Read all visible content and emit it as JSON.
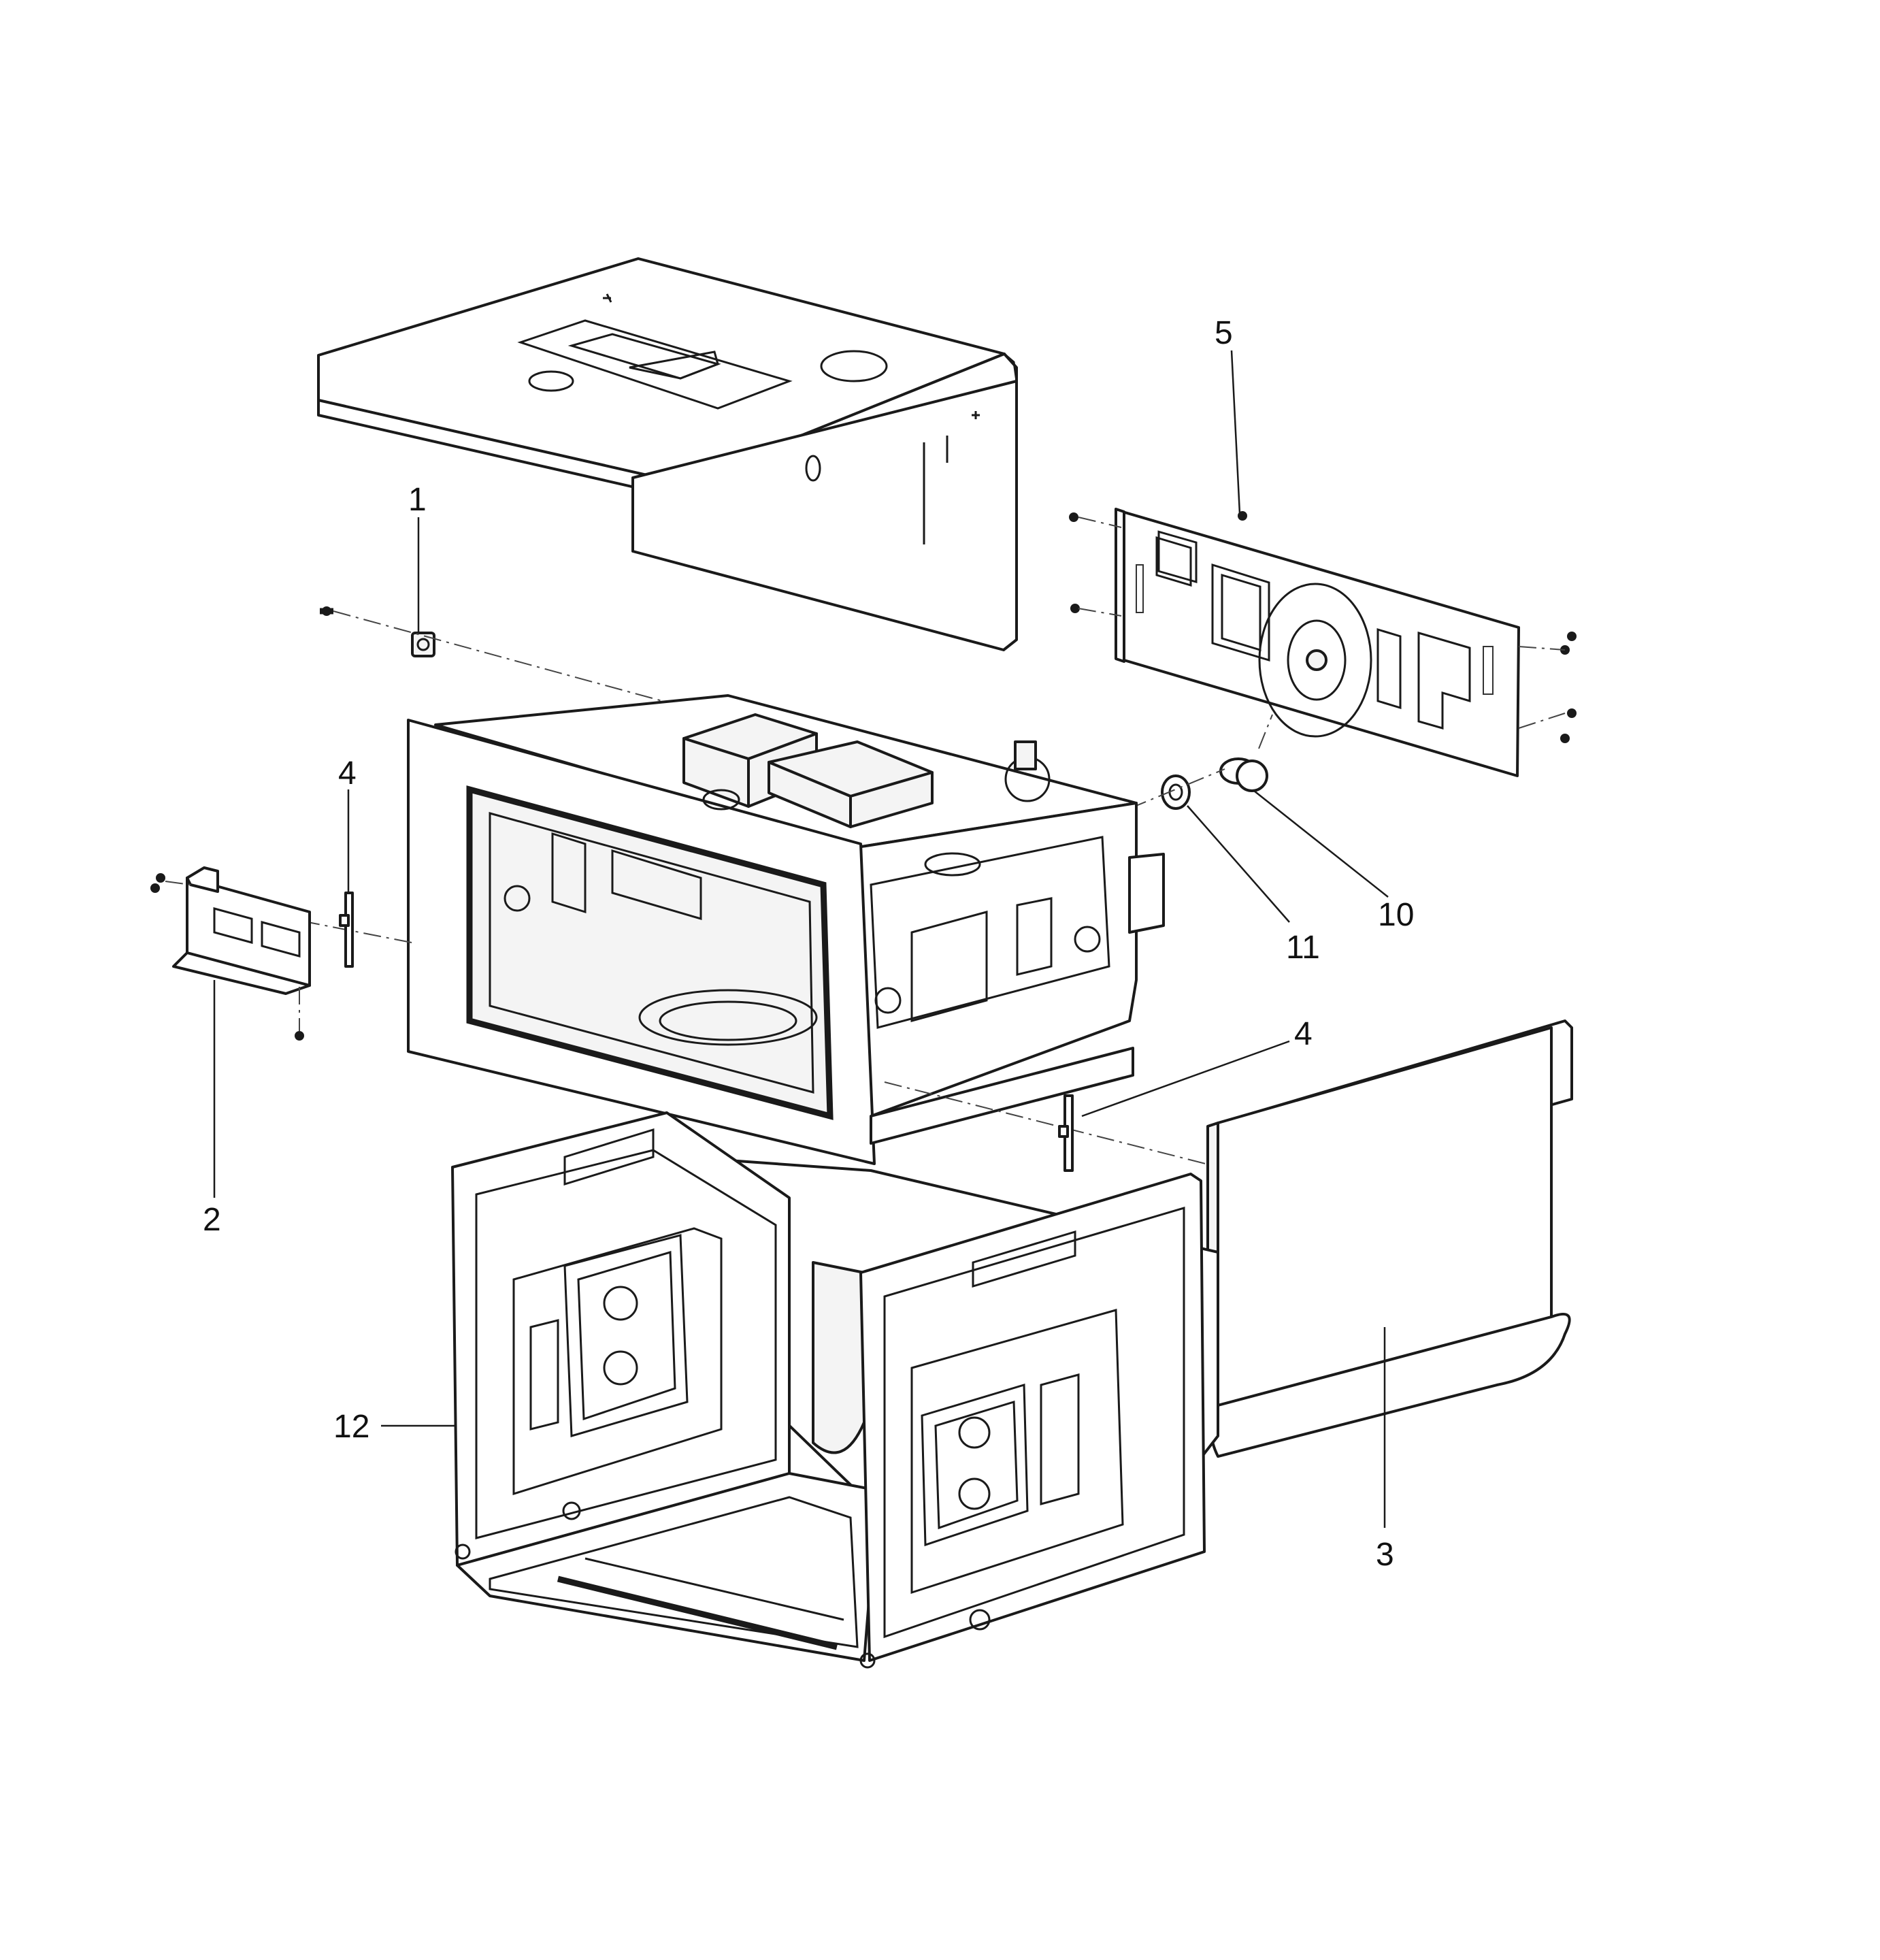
{
  "callouts": {
    "c1": "1",
    "c2": "2",
    "c3": "3",
    "c4a": "4",
    "c4b": "4",
    "c5": "5",
    "c10": "10",
    "c11": "11",
    "c12": "12"
  }
}
